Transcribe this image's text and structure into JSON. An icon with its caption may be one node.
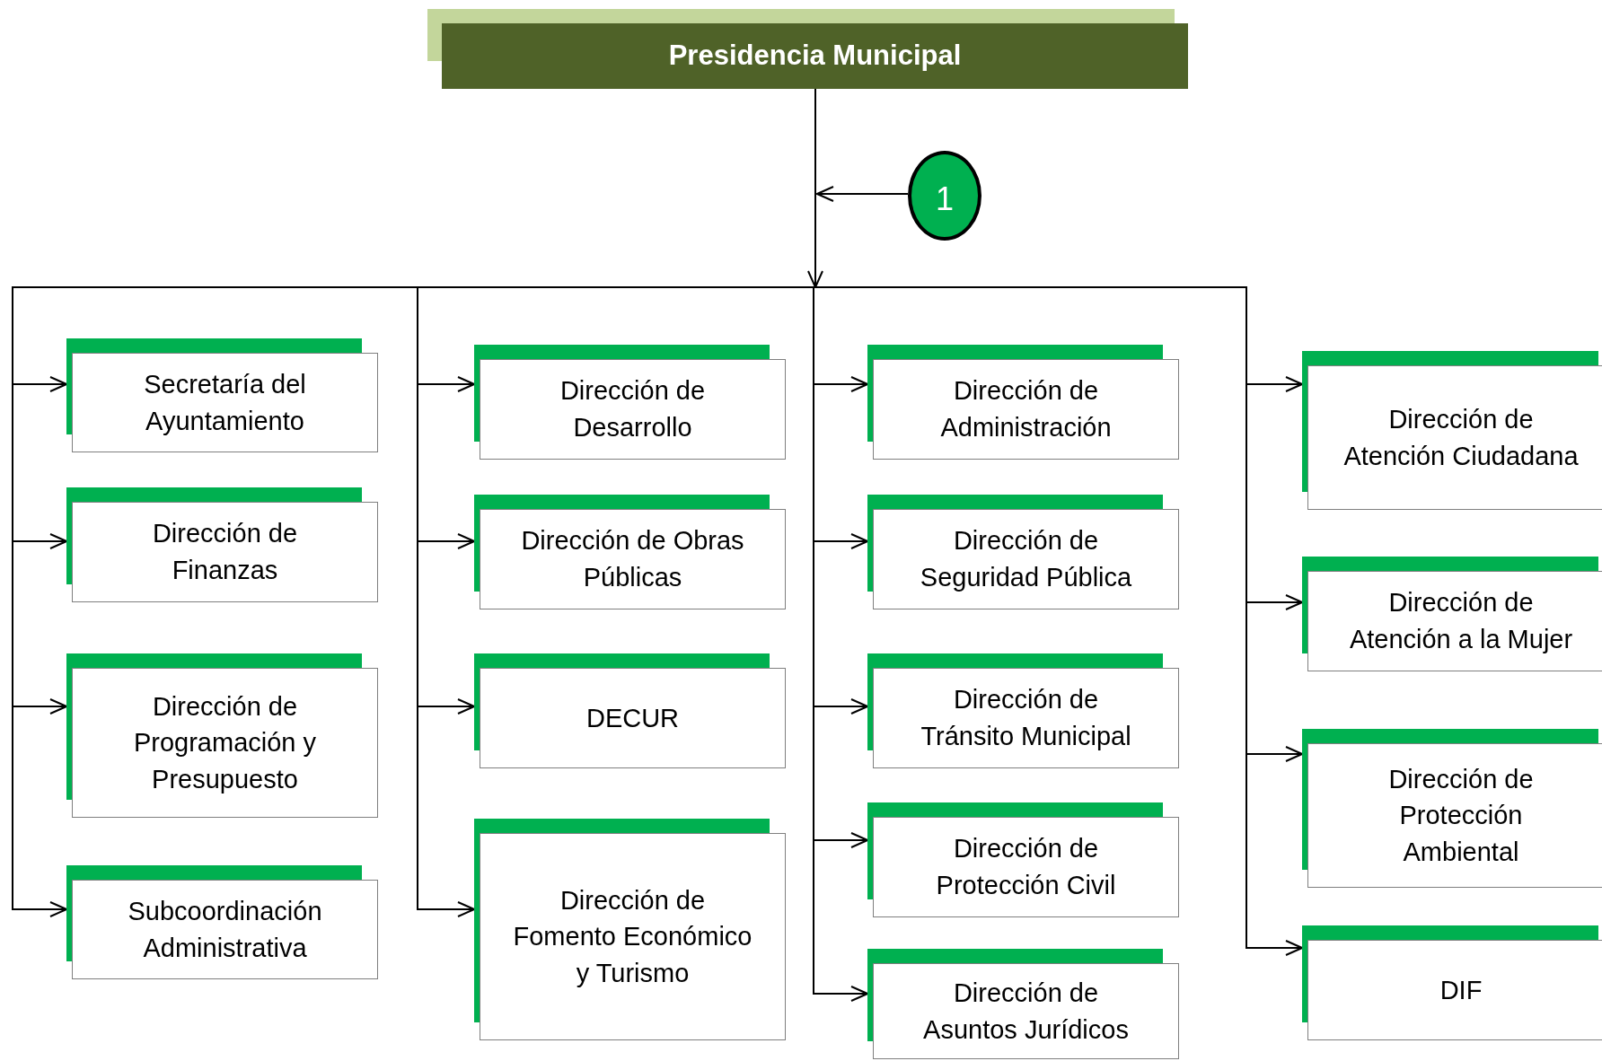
{
  "diagram": {
    "nodes": [
      {
        "text": [
          "Presidencia Municipal"
        ]
      },
      {
        "text": [
          "1"
        ]
      },
      {
        "text": [
          "Secretaría del Ayuntamiento"
        ]
      },
      {
        "text": [
          "Dirección de Finanzas"
        ]
      },
      {
        "text": [
          "Dirección de Programación y Presupuesto"
        ]
      },
      {
        "text": [
          "Subcoordinación Administrativa"
        ]
      },
      {
        "text": [
          "Dirección de Desarrollo"
        ]
      },
      {
        "text": [
          "Dirección de Obras Públicas"
        ]
      },
      {
        "text": [
          "DECUR"
        ]
      },
      {
        "text": [
          "Dirección de Fomento Económico y Turismo"
        ]
      },
      {
        "text": [
          "Dirección de Administración"
        ]
      },
      {
        "text": [
          "Dirección de Seguridad Pública"
        ]
      },
      {
        "text": [
          "Dirección de Tránsito Municipal"
        ]
      },
      {
        "text": [
          "Dirección de Protección Civil"
        ]
      },
      {
        "text": [
          "Dirección de Asuntos Jurídicos"
        ]
      },
      {
        "text": [
          "Dirección de Atención Ciudadana"
        ]
      },
      {
        "text": [
          "Dirección de Atención a la Mujer"
        ]
      },
      {
        "text": [
          "Dirección de Protección Ambiental"
        ]
      },
      {
        "text": [
          "DIF"
        ]
      }
    ],
    "edges": [
      {
        "from": 0,
        "to": 2,
        "arrow": "to"
      },
      {
        "from": 0,
        "to": 3,
        "arrow": "to"
      },
      {
        "from": 0,
        "to": 4,
        "arrow": "to"
      },
      {
        "from": 0,
        "to": 5,
        "arrow": "to"
      },
      {
        "from": 0,
        "to": 6,
        "arrow": "to"
      },
      {
        "from": 0,
        "to": 7,
        "arrow": "to"
      },
      {
        "from": 0,
        "to": 8,
        "arrow": "to"
      },
      {
        "from": 0,
        "to": 9,
        "arrow": "to"
      },
      {
        "from": 0,
        "to": 10,
        "arrow": "to"
      },
      {
        "from": 0,
        "to": 11,
        "arrow": "to"
      },
      {
        "from": 0,
        "to": 12,
        "arrow": "to"
      },
      {
        "from": 0,
        "to": 13,
        "arrow": "to"
      },
      {
        "from": 0,
        "to": 14,
        "arrow": "to"
      },
      {
        "from": 0,
        "to": 15,
        "arrow": "to"
      },
      {
        "from": 0,
        "to": 16,
        "arrow": "to"
      },
      {
        "from": 0,
        "to": 17,
        "arrow": "to"
      },
      {
        "from": 0,
        "to": 18,
        "arrow": "to"
      },
      {
        "from": 1,
        "to": null,
        "arrow": "to"
      }
    ]
  }
}
